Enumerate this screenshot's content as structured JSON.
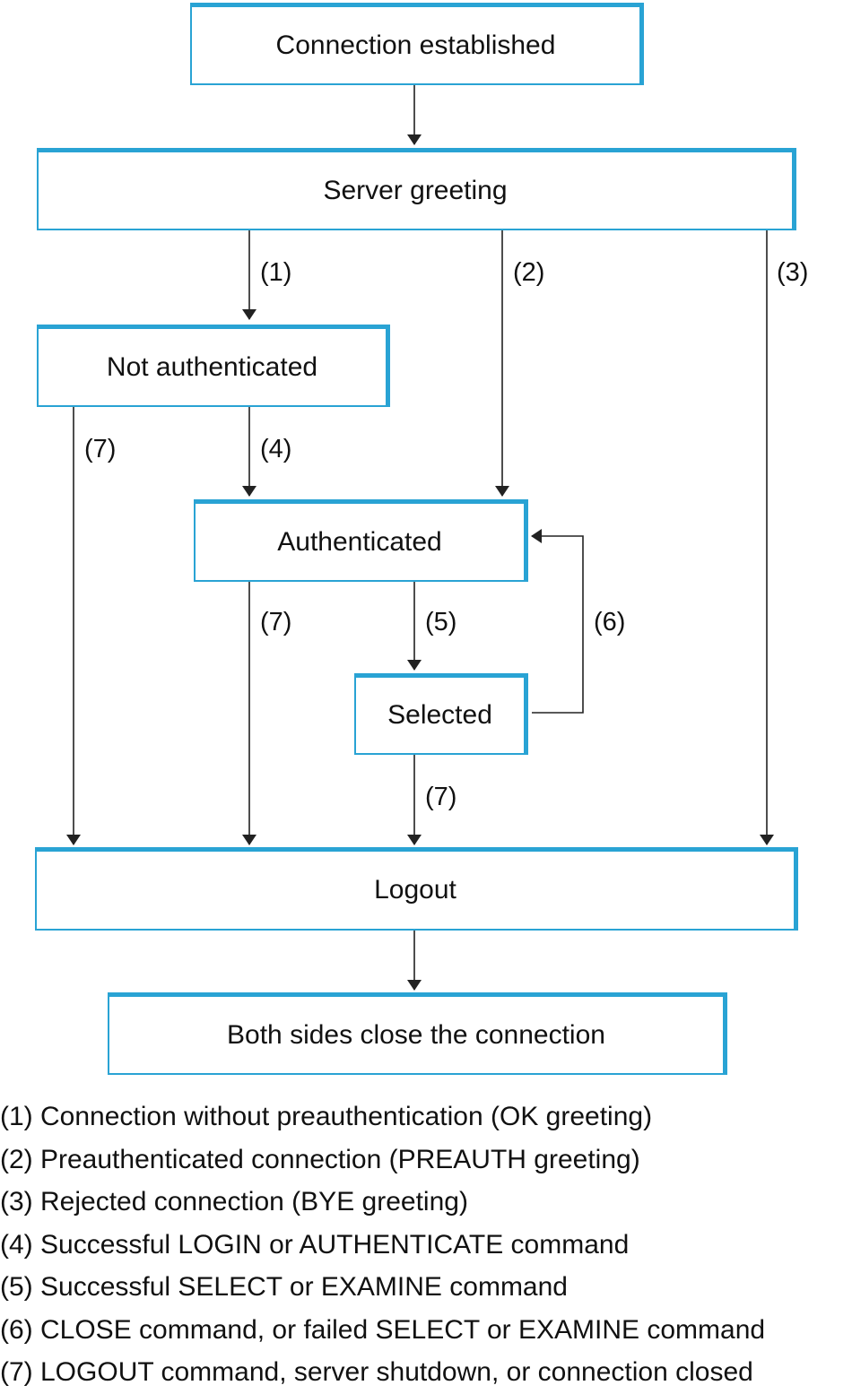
{
  "states": {
    "connection_established": "Connection established",
    "server_greeting": "Server greeting",
    "not_authenticated": "Not authenticated",
    "authenticated": "Authenticated",
    "selected": "Selected",
    "logout": "Logout",
    "close_connection": "Both sides close the connection"
  },
  "edge_labels": {
    "greeting_to_not_auth": "(1)",
    "greeting_to_auth": "(2)",
    "greeting_to_logout": "(3)",
    "not_auth_to_logout": "(7)",
    "not_auth_to_auth": "(4)",
    "auth_to_logout": "(7)",
    "auth_to_selected": "(5)",
    "selected_to_auth": "(6)",
    "selected_to_logout": "(7)"
  },
  "legend": [
    "(1) Connection without preauthentication (OK greeting)",
    "(2) Preauthenticated connection (PREAUTH greeting)",
    "(3) Rejected connection (BYE greeting)",
    "(4) Successful LOGIN or AUTHENTICATE command",
    "(5) Successful SELECT or EXAMINE command",
    "(6) CLOSE command, or failed SELECT or EXAMINE command",
    "(7) LOGOUT command, server shutdown, or connection closed"
  ],
  "colors": {
    "box_border": "#29a3d4",
    "line": "#222222",
    "text": "#111111"
  }
}
